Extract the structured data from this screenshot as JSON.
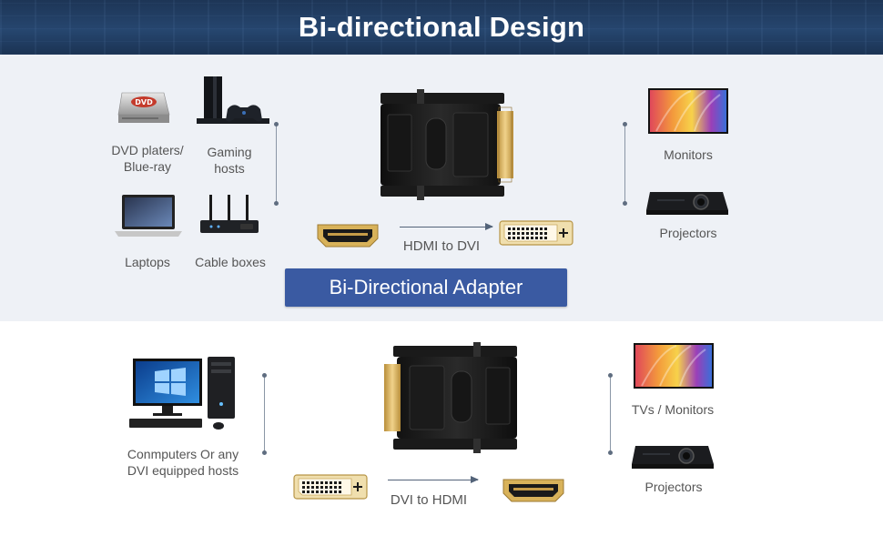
{
  "header": {
    "title": "Bi-directional Design"
  },
  "top": {
    "sources": [
      {
        "label_line1": "DVD platers/",
        "label_line2": "Blue-ray",
        "icon": "dvd-drive-icon"
      },
      {
        "label_line1": "Gaming",
        "label_line2": "hosts",
        "icon": "game-console-icon"
      },
      {
        "label": "Laptops",
        "icon": "laptop-icon"
      },
      {
        "label": "Cable boxes",
        "icon": "router-icon"
      }
    ],
    "targets": [
      {
        "label": "Monitors",
        "icon": "monitor-icon"
      },
      {
        "label": "Projectors",
        "icon": "projector-icon"
      }
    ],
    "direction_label": "HDMI to DVI",
    "adapter_button": "Bi-Directional Adapter",
    "dvd_logo_text": "DVD"
  },
  "bottom": {
    "source": {
      "label_line1": "Conmputers Or any",
      "label_line2": "DVI equipped hosts",
      "icon": "desktop-computer-icon"
    },
    "targets": [
      {
        "label": "TVs / Monitors",
        "icon": "tv-icon"
      },
      {
        "label": "Projectors",
        "icon": "projector-icon"
      }
    ],
    "direction_label": "DVI to HDMI"
  },
  "colors": {
    "header_bg": "#26466f",
    "top_panel_bg": "#eef1f6",
    "button_bg": "#3a5aa2",
    "connector_gold": "#d8b25a",
    "adapter_black": "#1e1e1e"
  }
}
